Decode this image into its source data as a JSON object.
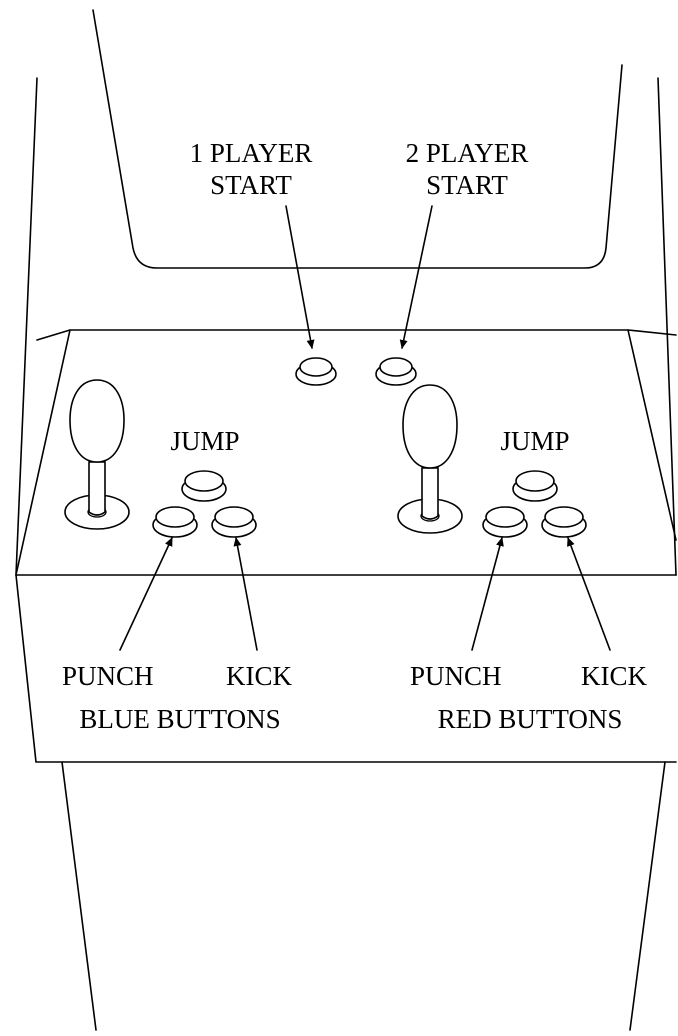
{
  "labels": {
    "p1_start_line1": "1 PLAYER",
    "p1_start_line2": "START",
    "p2_start_line1": "2 PLAYER",
    "p2_start_line2": "START",
    "jump_left": "JUMP",
    "jump_right": "JUMP",
    "punch_left": "PUNCH",
    "kick_left": "KICK",
    "punch_right": "PUNCH",
    "kick_right": "KICK",
    "blue_buttons": "BLUE BUTTONS",
    "red_buttons": "RED BUTTONS"
  }
}
